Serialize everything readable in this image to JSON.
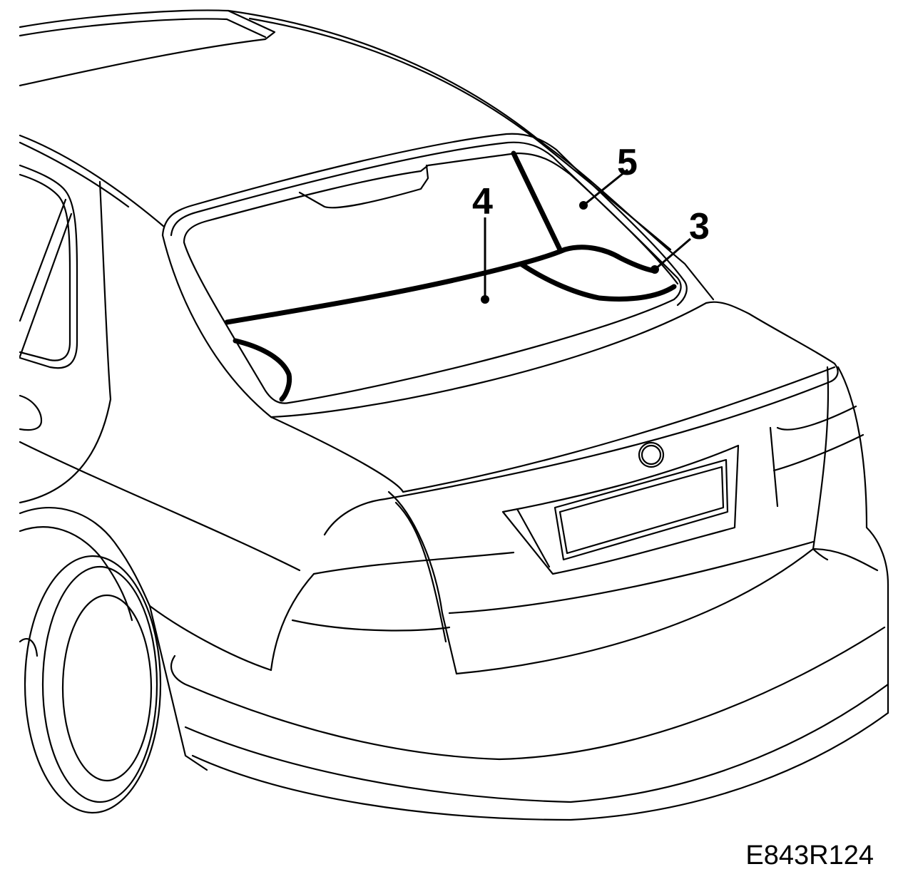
{
  "callouts": {
    "c3": "3",
    "c4": "4",
    "c5": "5"
  },
  "figure_code": "E843R124",
  "colors": {
    "line": "#000000",
    "background": "#ffffff"
  }
}
